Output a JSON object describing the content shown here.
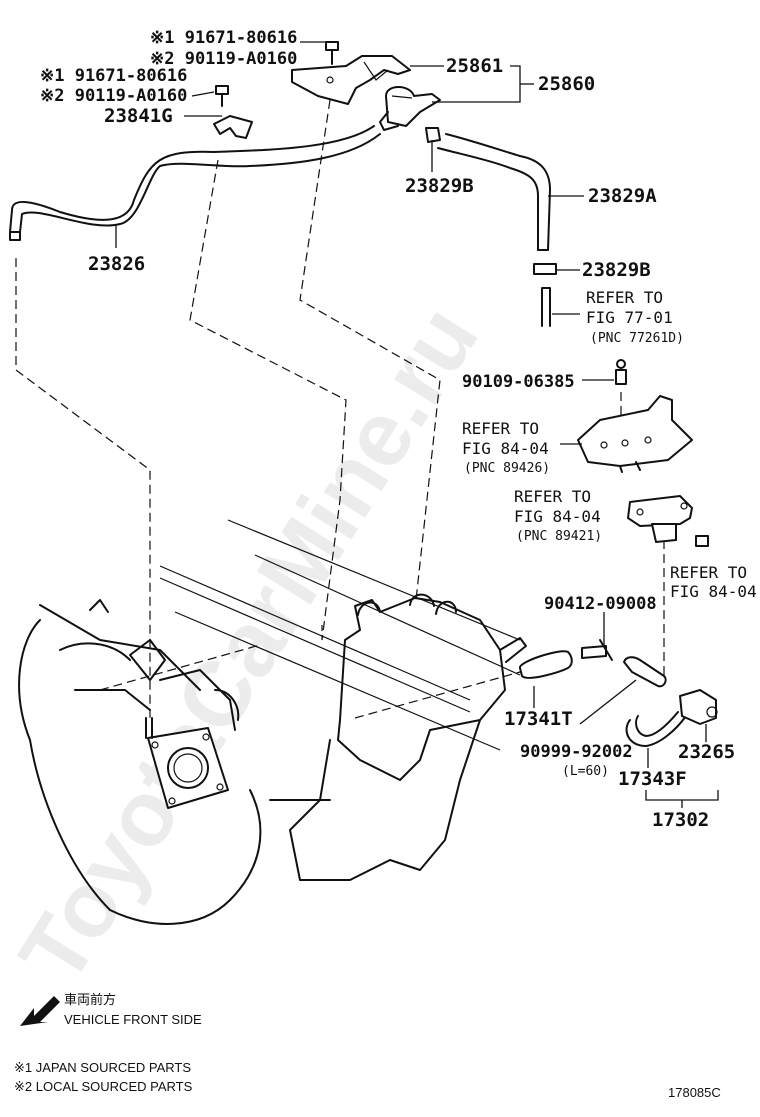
{
  "diagram": {
    "watermark": "ToyotaCarMine.ru",
    "figure_code": "178085C",
    "labels": {
      "p91671_a": "※1 91671-80616",
      "p90119_a": "※2 90119-A0160",
      "p91671_b": "※1 91671-80616",
      "p90119_b": "※2 90119-A0160",
      "p23841g": "23841G",
      "p25861": "25861",
      "p25860": "25860",
      "p23829b_top": "23829B",
      "p23829a": "23829A",
      "p23826": "23826",
      "p23829b_mid": "23829B",
      "p90109": "90109-06385",
      "p90412": "90412-09008",
      "p17341t": "17341T",
      "p90999": "90999-92002",
      "p90999_len": "(L=60)",
      "p17343f": "17343F",
      "p23265": "23265",
      "p17302": "17302"
    },
    "references": {
      "r1_line1": "REFER TO",
      "r1_line2": "FIG 77-01",
      "r1_pnc": "(PNC 77261D)",
      "r2_line1": "REFER TO",
      "r2_line2": "FIG 84-04",
      "r2_pnc": "(PNC 89426)",
      "r3_line1": "REFER TO",
      "r3_line2": "FIG 84-04",
      "r3_pnc": "(PNC 89421)",
      "r4_line1": "REFER TO",
      "r4_line2": "FIG 84-04"
    },
    "legend": {
      "direction_jp": "車両前方",
      "direction_en": "VEHICLE FRONT SIDE",
      "note1": "※1 JAPAN SOURCED PARTS",
      "note2": "※2 LOCAL SOURCED PARTS"
    }
  }
}
